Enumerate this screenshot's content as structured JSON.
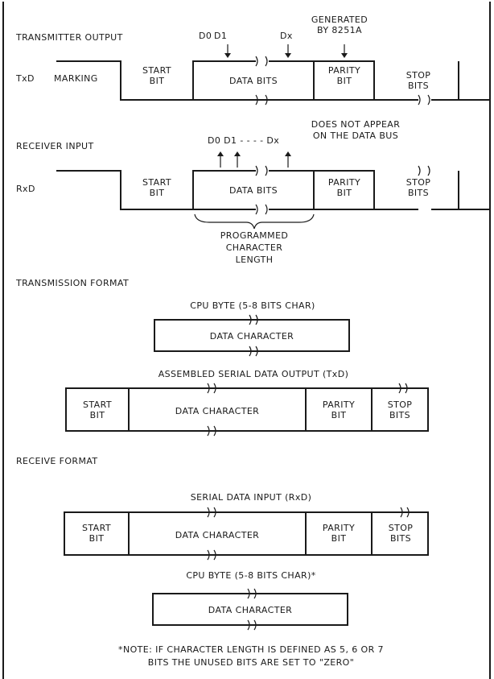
{
  "transmitter": {
    "title": "TRANSMITTER OUTPUT",
    "signal": "TxD",
    "marking": "MARKING",
    "d0": "D0",
    "d1": "D1",
    "dx": "Dx",
    "generated": "GENERATED",
    "by_8251a": "BY 8251A",
    "start": "START",
    "bit": "BIT",
    "data_bits": "DATA BITS",
    "parity": "PARITY",
    "parity_bit": "BIT",
    "stop": "STOP",
    "bits": "BITS"
  },
  "receiver": {
    "title": "RECEIVER INPUT",
    "signal": "RxD",
    "d0d1dx": "D0 D1 - - - - Dx",
    "does_not": "DOES NOT APPEAR",
    "on_bus": "ON THE DATA BUS",
    "start": "START",
    "bit": "BIT",
    "data_bits": "DATA BITS",
    "parity": "PARITY",
    "parity_bit": "BIT",
    "stop": "STOP",
    "bits": "BITS",
    "programmed": "PROGRAMMED",
    "character": "CHARACTER",
    "length": "LENGTH"
  },
  "transmission_format": {
    "title": "TRANSMISSION FORMAT",
    "cpu_byte": "CPU BYTE (5-8 BITS CHAR)",
    "data_character": "DATA CHARACTER",
    "assembled": "ASSEMBLED SERIAL DATA OUTPUT (TxD)",
    "start": "START",
    "bit": "BIT",
    "data_char2": "DATA CHARACTER",
    "parity": "PARITY",
    "parity_bit": "BIT",
    "stop": "STOP",
    "bits": "BITS"
  },
  "receive_format": {
    "title": "RECEIVE FORMAT",
    "serial_input": "SERIAL DATA INPUT (RxD)",
    "start": "START",
    "bit": "BIT",
    "data_character": "DATA CHARACTER",
    "parity": "PARITY",
    "parity_bit": "BIT",
    "stop": "STOP",
    "bits": "BITS",
    "cpu_byte": "CPU BYTE (5-8 BITS CHAR)*",
    "data_char2": "DATA CHARACTER"
  },
  "note": {
    "line1": "*NOTE: IF CHARACTER LENGTH IS DEFINED AS 5, 6 OR 7",
    "line2": "BITS THE UNUSED BITS ARE SET TO \"ZERO\""
  }
}
